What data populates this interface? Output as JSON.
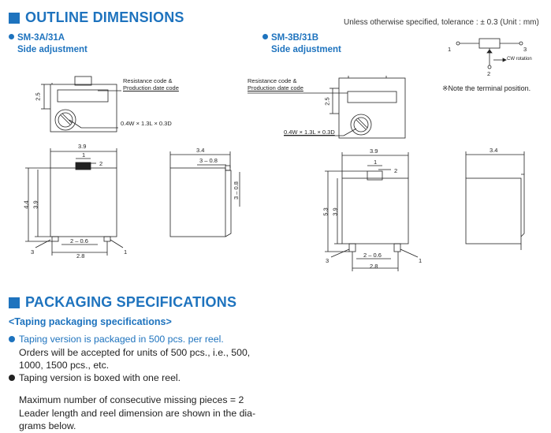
{
  "outline": {
    "title": "OUTLINE DIMENSIONS",
    "tolerance": "Unless otherwise specified, tolerance : ± 0.3 (Unit : mm)",
    "variant_a": {
      "model": "SM-3A/31A",
      "adjust": "Side adjustment"
    },
    "variant_b": {
      "model": "SM-3B/31B",
      "adjust": "Side adjustment"
    },
    "callout_code": "Resistance code &",
    "callout_code2": "Production date code",
    "callout_hole": "0.4W × 1.3L × 0.3D",
    "terminal_note": "※Note the terminal position.",
    "cw_rotation": "CW rotation",
    "terminal_1": "1",
    "terminal_2": "2",
    "terminal_3": "3",
    "dims": {
      "h_2_5": "2.5",
      "w_3_9": "3.9",
      "w_1": "1",
      "h_4_4": "4.4",
      "h_3_9": "3.9",
      "h_5_3": "5.3",
      "pitch_2_0_6": "2 – 0.6",
      "w_2_8": "2.8",
      "d_3_4": "3.4",
      "t_3_0_8": "3 – 0.8",
      "t_3_0_8_v": "3 – 0.8"
    }
  },
  "packaging": {
    "title": "PACKAGING SPECIFICATIONS",
    "subtitle": "<Taping packaging specifications>",
    "item1_line1": "Taping version is packaged in 500 pcs. per reel.",
    "item1_line2": "Orders will be accepted for units of 500 pcs., i.e., 500,",
    "item1_line3": "1000, 1500 pcs., etc.",
    "item2": "Taping version is boxed with one reel.",
    "missing": "Maximum number of consecutive missing pieces = 2",
    "leader1": "Leader length and reel dimension are shown in the dia-",
    "leader2": "grams below."
  },
  "colors": {
    "accent": "#1e73be",
    "text": "#222222"
  }
}
